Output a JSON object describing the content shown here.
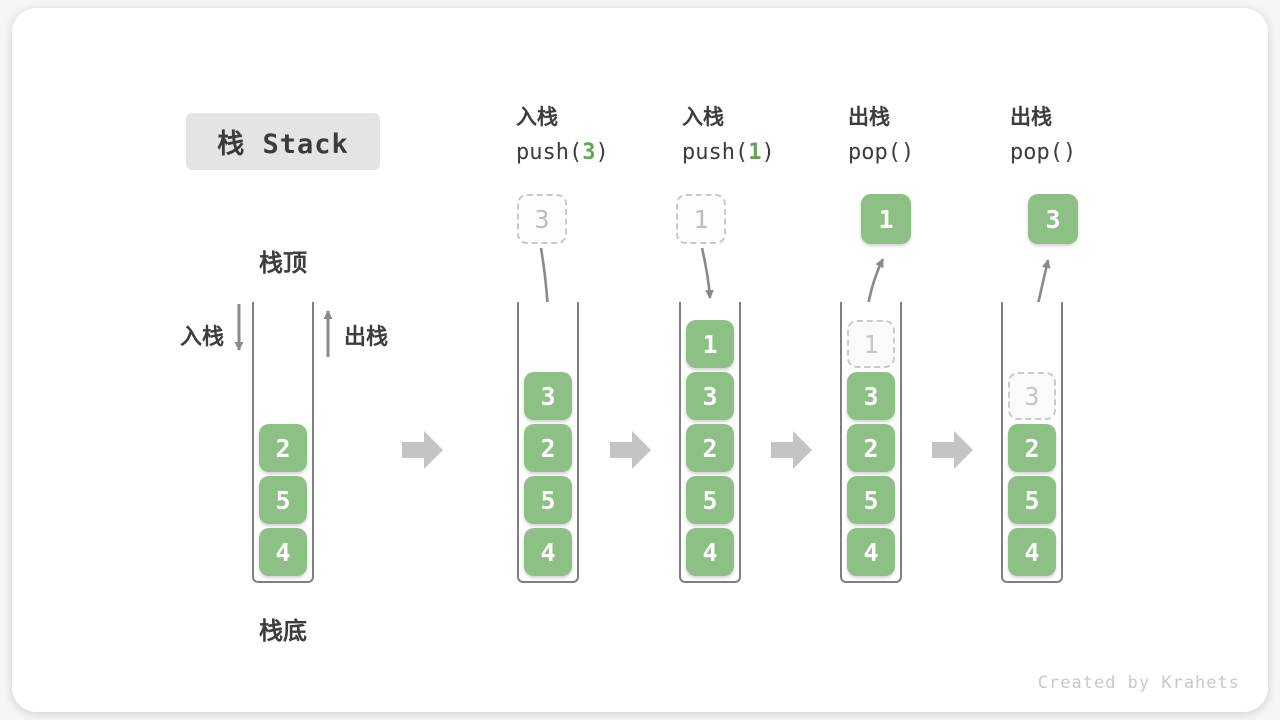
{
  "title": "栈 Stack",
  "legend": {
    "top": "栈顶",
    "bottom": "栈底",
    "push": "入栈",
    "pop": "出栈"
  },
  "operations": [
    {
      "label": "入栈",
      "fn": "push(",
      "arg": "3",
      "close": ")"
    },
    {
      "label": "入栈",
      "fn": "push(",
      "arg": "1",
      "close": ")"
    },
    {
      "label": "出栈",
      "fn": "pop(",
      "arg": "",
      "close": ")"
    },
    {
      "label": "出栈",
      "fn": "pop(",
      "arg": "",
      "close": ")"
    }
  ],
  "stacks": [
    {
      "cells": [
        "2",
        "5",
        "4"
      ]
    },
    {
      "floating": "3",
      "cells": [
        "3",
        "2",
        "5",
        "4"
      ]
    },
    {
      "floating": "1",
      "cells": [
        "1",
        "3",
        "2",
        "5",
        "4"
      ]
    },
    {
      "floating": "1",
      "ghost": "1",
      "cells": [
        "3",
        "2",
        "5",
        "4"
      ]
    },
    {
      "floating": "3",
      "ghost": "3",
      "cells": [
        "2",
        "5",
        "4"
      ]
    }
  ],
  "icons": {
    "flow_arrow": "right-block-arrow",
    "push_curve": "curved-down-arrow",
    "pop_curve": "curved-up-arrow",
    "push_direction": "down-arrow",
    "pop_direction": "up-arrow"
  },
  "colors": {
    "cell_green": "#8dc084",
    "code_green": "#64a555",
    "wall": "#7f7f7f",
    "arrow": "#8a8a8a",
    "flow": "#c4c4c4"
  },
  "watermark": "Created by Krahets"
}
